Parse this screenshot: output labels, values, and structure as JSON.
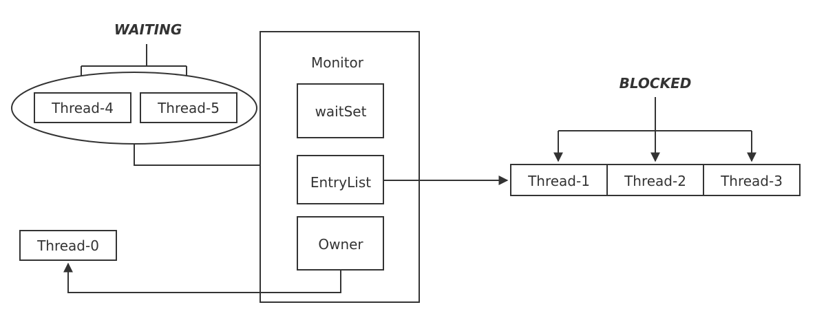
{
  "monitor": {
    "title": "Monitor",
    "wait_set": "waitSet",
    "entry_list": "EntryList",
    "owner": "Owner"
  },
  "waiting": {
    "label": "WAITING",
    "threads": [
      "Thread-4",
      "Thread-5"
    ]
  },
  "blocked": {
    "label": "BLOCKED",
    "threads": [
      "Thread-1",
      "Thread-2",
      "Thread-3"
    ]
  },
  "owner_thread": "Thread-0"
}
